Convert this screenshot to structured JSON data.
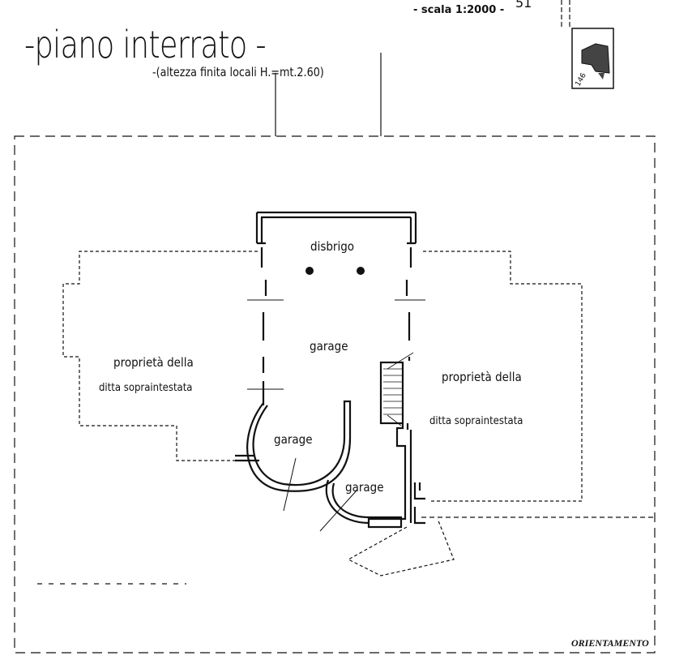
{
  "header": {
    "title": "-piano interrato -",
    "subtitle": "-(altezza finita locali H.=mt.2.60)",
    "scale": "- scala 1:2000 -",
    "sheet_number": "51",
    "keymap_label": "146"
  },
  "rooms": {
    "disbrigo": "disbrigo",
    "garage_main": "garage",
    "garage_left": "garage",
    "garage_right": "garage"
  },
  "property": {
    "left_line1": "proprietà della",
    "left_line2": "ditta sopraintestata",
    "right_line1": "proprietà della",
    "right_line2": "ditta sopraintestata"
  },
  "footer": {
    "orientation": "ORIENTAMENTO"
  }
}
